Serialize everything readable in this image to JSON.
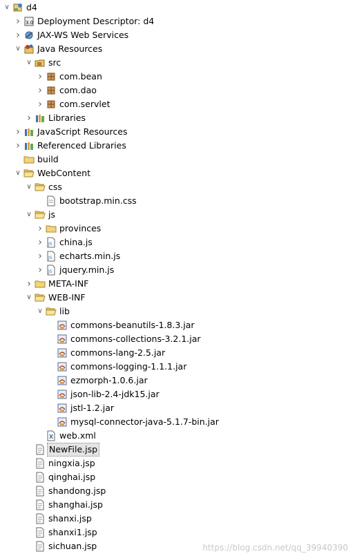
{
  "tree": [
    {
      "label": "d4",
      "icon": "project",
      "arrow": "open",
      "indent": 0
    },
    {
      "label": "Deployment Descriptor: d4",
      "icon": "descriptor",
      "arrow": "closed",
      "indent": 1
    },
    {
      "label": "JAX-WS Web Services",
      "icon": "webservices",
      "arrow": "closed",
      "indent": 1
    },
    {
      "label": "Java Resources",
      "icon": "java-resources",
      "arrow": "open",
      "indent": 1
    },
    {
      "label": "src",
      "icon": "src-folder",
      "arrow": "open",
      "indent": 2
    },
    {
      "label": "com.bean",
      "icon": "package",
      "arrow": "closed",
      "indent": 3
    },
    {
      "label": "com.dao",
      "icon": "package",
      "arrow": "closed",
      "indent": 3
    },
    {
      "label": "com.servlet",
      "icon": "package",
      "arrow": "closed",
      "indent": 3
    },
    {
      "label": "Libraries",
      "icon": "library",
      "arrow": "closed",
      "indent": 2
    },
    {
      "label": "JavaScript Resources",
      "icon": "library",
      "arrow": "closed",
      "indent": 1
    },
    {
      "label": "Referenced Libraries",
      "icon": "library",
      "arrow": "closed",
      "indent": 1
    },
    {
      "label": "build",
      "icon": "folder",
      "arrow": "none",
      "indent": 1
    },
    {
      "label": "WebContent",
      "icon": "folder-open",
      "arrow": "open",
      "indent": 1
    },
    {
      "label": "css",
      "icon": "folder-open",
      "arrow": "open",
      "indent": 2
    },
    {
      "label": "bootstrap.min.css",
      "icon": "file",
      "arrow": "none",
      "indent": 3
    },
    {
      "label": "js",
      "icon": "folder-open",
      "arrow": "open",
      "indent": 2
    },
    {
      "label": "provinces",
      "icon": "folder",
      "arrow": "closed",
      "indent": 3
    },
    {
      "label": "china.js",
      "icon": "js-file",
      "arrow": "closed",
      "indent": 3
    },
    {
      "label": "echarts.min.js",
      "icon": "js-file",
      "arrow": "closed",
      "indent": 3
    },
    {
      "label": "jquery.min.js",
      "icon": "js-file",
      "arrow": "closed",
      "indent": 3
    },
    {
      "label": "META-INF",
      "icon": "folder",
      "arrow": "closed",
      "indent": 2
    },
    {
      "label": "WEB-INF",
      "icon": "folder-open",
      "arrow": "open",
      "indent": 2
    },
    {
      "label": "lib",
      "icon": "folder-open",
      "arrow": "open",
      "indent": 3
    },
    {
      "label": "commons-beanutils-1.8.3.jar",
      "icon": "jar",
      "arrow": "none",
      "indent": 4
    },
    {
      "label": "commons-collections-3.2.1.jar",
      "icon": "jar",
      "arrow": "none",
      "indent": 4
    },
    {
      "label": "commons-lang-2.5.jar",
      "icon": "jar",
      "arrow": "none",
      "indent": 4
    },
    {
      "label": "commons-logging-1.1.1.jar",
      "icon": "jar",
      "arrow": "none",
      "indent": 4
    },
    {
      "label": "ezmorph-1.0.6.jar",
      "icon": "jar",
      "arrow": "none",
      "indent": 4
    },
    {
      "label": "json-lib-2.4-jdk15.jar",
      "icon": "jar",
      "arrow": "none",
      "indent": 4
    },
    {
      "label": "jstl-1.2.jar",
      "icon": "jar",
      "arrow": "none",
      "indent": 4
    },
    {
      "label": "mysql-connector-java-5.1.7-bin.jar",
      "icon": "jar",
      "arrow": "none",
      "indent": 4
    },
    {
      "label": "web.xml",
      "icon": "xml",
      "arrow": "none",
      "indent": 3
    },
    {
      "label": "NewFile.jsp",
      "icon": "jsp",
      "arrow": "none",
      "indent": 2,
      "selected": true
    },
    {
      "label": "ningxia.jsp",
      "icon": "jsp",
      "arrow": "none",
      "indent": 2
    },
    {
      "label": "qinghai.jsp",
      "icon": "jsp",
      "arrow": "none",
      "indent": 2
    },
    {
      "label": "shandong.jsp",
      "icon": "jsp",
      "arrow": "none",
      "indent": 2
    },
    {
      "label": "shanghai.jsp",
      "icon": "jsp",
      "arrow": "none",
      "indent": 2
    },
    {
      "label": "shanxi.jsp",
      "icon": "jsp",
      "arrow": "none",
      "indent": 2
    },
    {
      "label": "shanxi1.jsp",
      "icon": "jsp",
      "arrow": "none",
      "indent": 2
    },
    {
      "label": "sichuan.jsp",
      "icon": "jsp",
      "arrow": "none",
      "indent": 2
    }
  ],
  "watermark": "https://blog.csdn.net/qq_39940390"
}
